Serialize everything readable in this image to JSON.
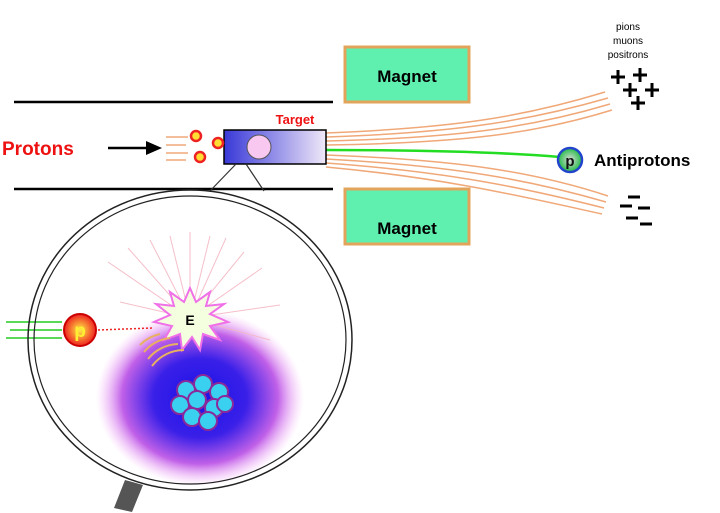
{
  "labels": {
    "protons": "Protons",
    "target": "Target",
    "magnet_top": "Magnet",
    "magnet_bottom": "Magnet",
    "antiprotons": "Antiprotons",
    "pions": "pions",
    "muons": "muons",
    "positrons": "positrons",
    "proton_symbol": "p",
    "antiproton_symbol": "p",
    "energy_symbol": "E",
    "positive_charges": "+++++",
    "negative_charges": "-----"
  },
  "colors": {
    "protons_label": "#ee1111",
    "target_label": "#ee1111",
    "magnet_fill": "#5ff0b0",
    "magnet_border": "#e2a45a",
    "target_fill": "#3a3ad8",
    "beam_lines": "#f0a878",
    "antiproton_path": "#22dd22",
    "nucleus": "#3ad0f0",
    "glow_blue": "#1a10e8",
    "glow_pink": "#f080f0"
  }
}
